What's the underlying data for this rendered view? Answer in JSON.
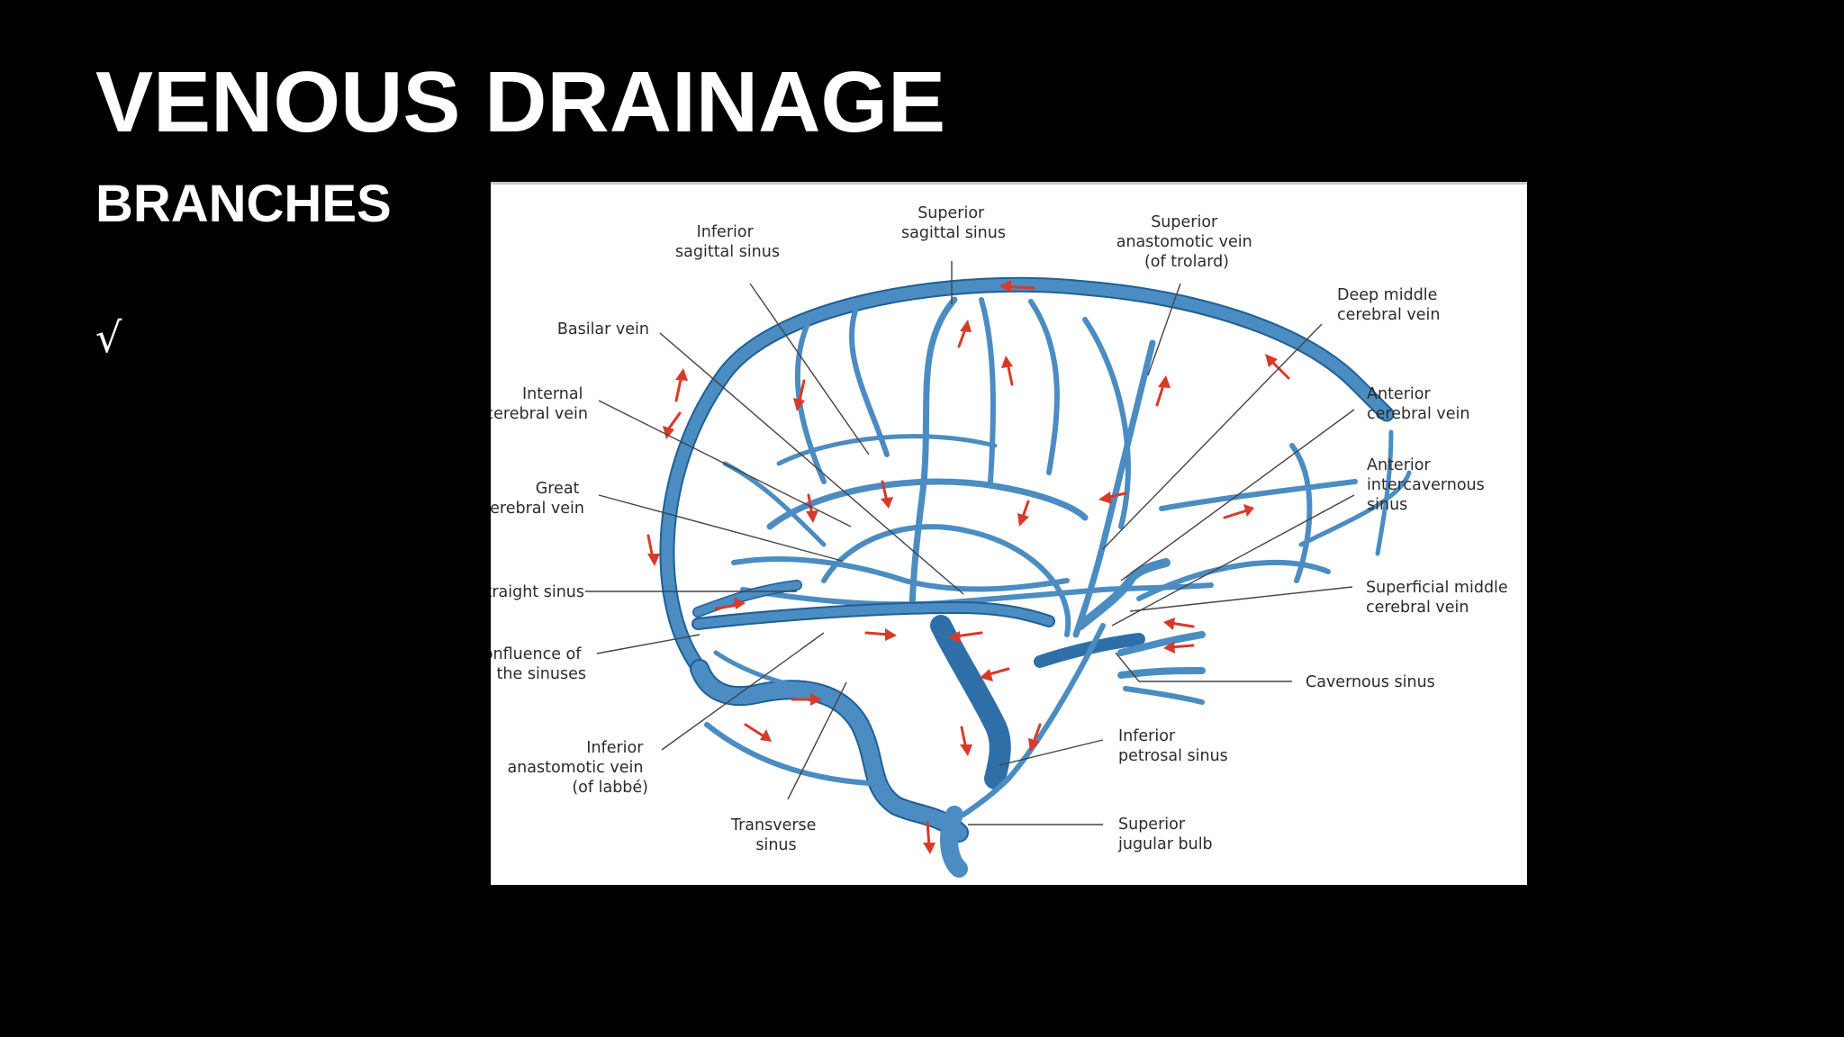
{
  "slide": {
    "title": "VENOUS DRAINAGE",
    "subtitle": "BRANCHES",
    "bullet": "√"
  },
  "diagram": {
    "labels": {
      "inferior_sagittal_sinus": [
        "Inferior",
        "sagittal sinus"
      ],
      "superior_sagittal_sinus": [
        "Superior",
        "sagittal sinus"
      ],
      "superior_anastomotic_vein": [
        "Superior",
        "anastomotic vein",
        "(of trolard)"
      ],
      "deep_middle_cerebral_vein": [
        "Deep middle",
        "cerebral vein"
      ],
      "basilar_vein": [
        "Basilar vein"
      ],
      "internal_cerebral_vein": [
        "Internal",
        "cerebral vein"
      ],
      "anterior_cerebral_vein": [
        "Anterior",
        "cerebral vein"
      ],
      "anterior_intercavernous_sinus": [
        "Anterior",
        "intercavernous",
        "sinus"
      ],
      "great_cerebral_vein": [
        "Great",
        "cerebral vein"
      ],
      "straight_sinus": [
        "Straight sinus"
      ],
      "superficial_middle_cerebral_vein": [
        "Superficial middle",
        "cerebral vein"
      ],
      "confluence_of_the_sinuses": [
        "Confluence of",
        "the sinuses"
      ],
      "cavernous_sinus": [
        "Cavernous sinus"
      ],
      "inferior_anastomotic_vein": [
        "Inferior",
        "anastomotic vein",
        "(of labbé)"
      ],
      "inferior_petrosal_sinus": [
        "Inferior",
        "petrosal sinus"
      ],
      "transverse_sinus": [
        "Transverse",
        "sinus"
      ],
      "superior_jugular_bulb": [
        "Superior",
        "jugular bulb"
      ]
    },
    "colors": {
      "vein": "#4b8cc2",
      "vein_dark": "#2f6fa8",
      "flow_arrow": "#d83a2a",
      "background": "#ffffff"
    }
  }
}
